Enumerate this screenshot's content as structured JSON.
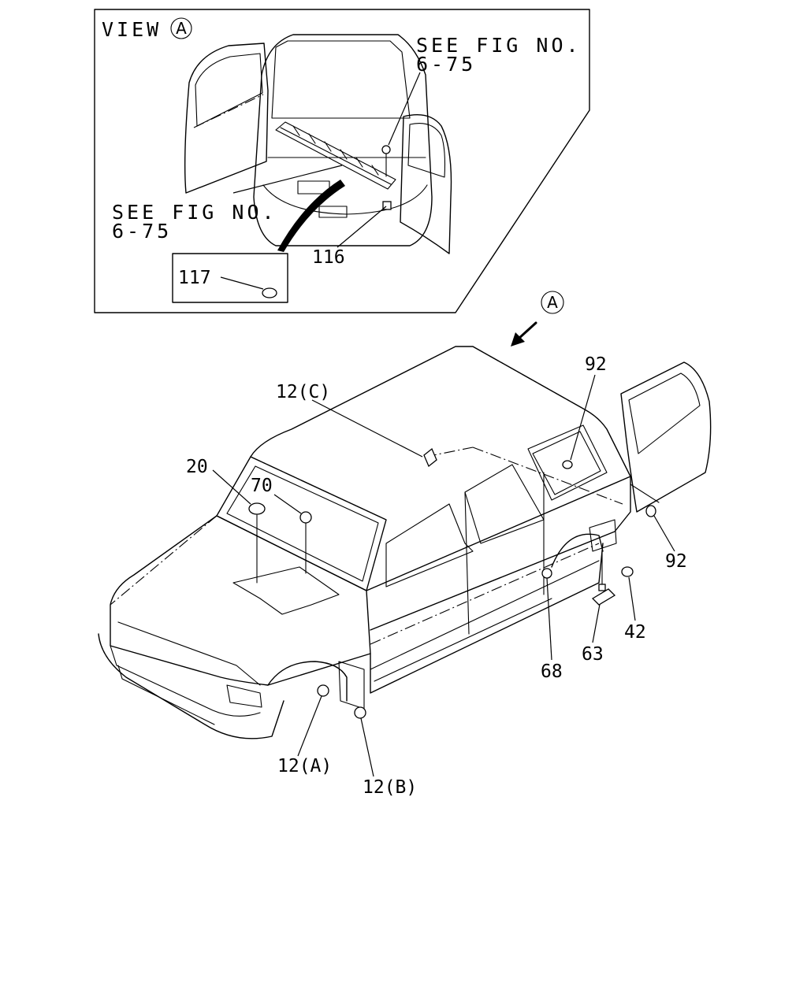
{
  "inset": {
    "view_label": "VIEW",
    "view_marker": "A",
    "see_fig_top_line1": "SEE FIG NO.",
    "see_fig_top_line2": "6-75",
    "see_fig_left_line1": "SEE FIG NO.",
    "see_fig_left_line2": "6-75",
    "callout_116": "116",
    "callout_117": "117"
  },
  "main": {
    "view_arrow_marker": "A",
    "callouts": {
      "c12c": "12(C)",
      "c20": "20",
      "c70": "70",
      "c92_top": "92",
      "c92_right": "92",
      "c68": "68",
      "c63": "63",
      "c42": "42",
      "c12a": "12(A)",
      "c12b": "12(B)"
    }
  }
}
